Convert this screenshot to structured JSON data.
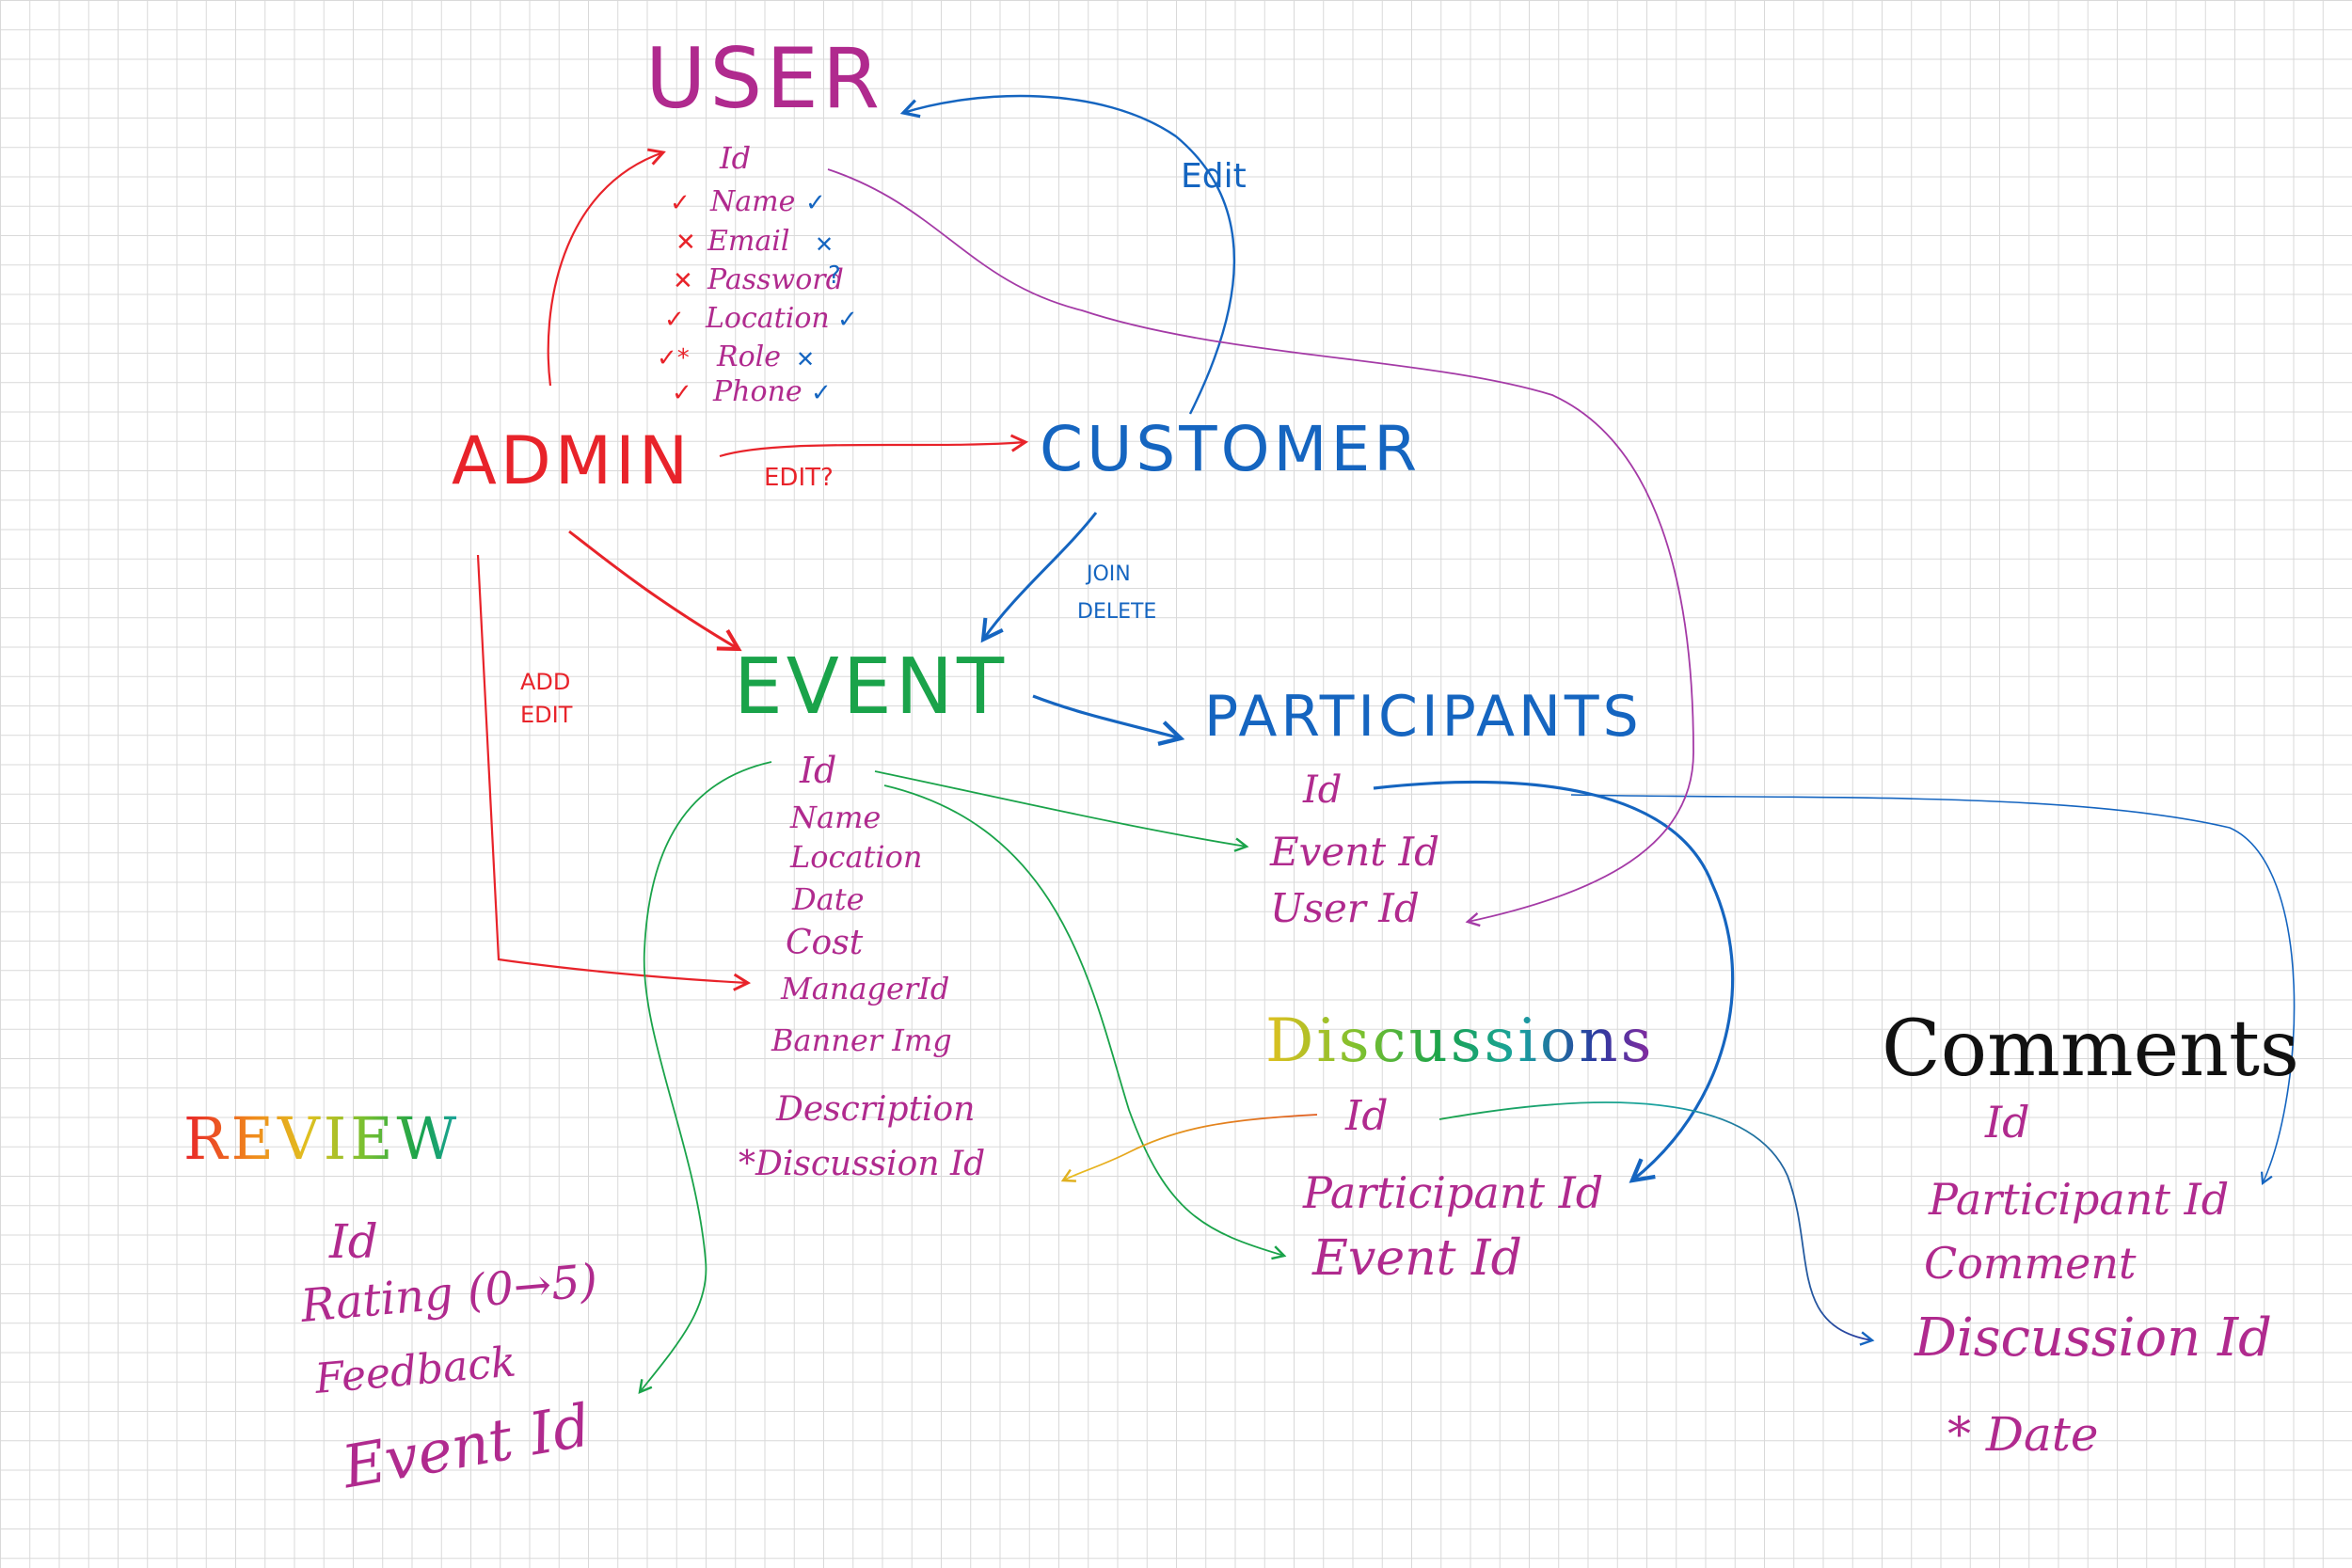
{
  "colors": {
    "user": "#b02a8e",
    "admin": "#e8232a",
    "customer": "#1565c0",
    "event": "#1aa34a",
    "participants": "#1565c0",
    "fields": "#b02a8e",
    "comments_title": "#111111",
    "arrow_red": "#e8232a",
    "arrow_blue": "#1565c0",
    "arrow_purple": "#a43aa6",
    "arrow_green": "#1aa34a",
    "arrow_orange": "#f08a1c"
  },
  "entities": {
    "user": {
      "title": "USER",
      "fields": [
        "Id",
        "Name",
        "Email",
        "Password",
        "Location",
        "Role",
        "Phone"
      ],
      "left_marks": [
        "✓",
        "✕",
        "✕",
        "✓",
        "✓*",
        "✓"
      ],
      "right_marks": [
        "✓",
        "✕",
        "?",
        "✓",
        "✕",
        "✓"
      ]
    },
    "admin": {
      "title": "ADMIN"
    },
    "customer": {
      "title": "CUSTOMER"
    },
    "event": {
      "title": "EVENT",
      "fields": [
        "Id",
        "Name",
        "Location",
        "Date",
        "Cost",
        "ManagerId",
        "Banner Img",
        "Description",
        "*Discussion Id"
      ]
    },
    "participants": {
      "title": "PARTICIPANTS",
      "fields": [
        "Id",
        "Event Id",
        "User Id"
      ]
    },
    "discussions": {
      "title": "Discussions",
      "fields": [
        "Id",
        "Participant Id",
        "Event Id"
      ]
    },
    "comments": {
      "title": "Comments",
      "fields": [
        "Id",
        "Participant Id",
        "Comment",
        "Discussion Id",
        "* Date"
      ]
    },
    "review": {
      "title": "REVIEW",
      "fields": [
        "Id",
        "Rating (0→5)",
        "Feedback",
        "Event Id"
      ]
    }
  },
  "annotations": {
    "edit_user": "Edit",
    "admin_customer": "EDIT?",
    "customer_event_join": "JOIN",
    "customer_event_delete": "DELETE",
    "admin_event_add": "ADD",
    "admin_event_edit": "EDIT"
  }
}
